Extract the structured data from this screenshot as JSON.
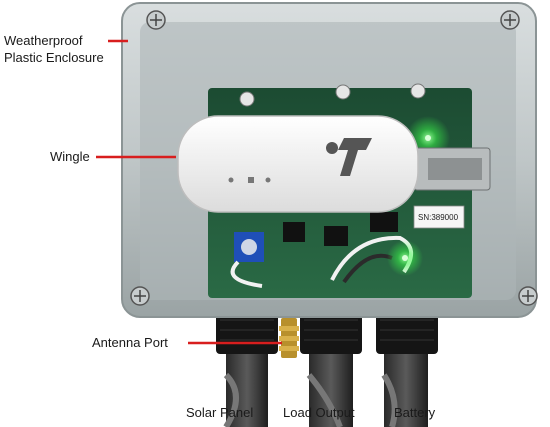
{
  "labels": {
    "enclosure_line1": "Weatherproof",
    "enclosure_line2": "Plastic Enclosure",
    "wingle": "Wingle",
    "antenna_port": "Antenna Port",
    "solar_panel": "Solar Panel",
    "load_output": "Load Output",
    "battery": "Battery"
  },
  "device": {
    "serial_number": "SN:389000"
  },
  "colors": {
    "callout_line": "#d81e1e",
    "pcb": "#1f5a3a",
    "enclosure": "#c9cfd0",
    "wingle_body": "#f4f4f4",
    "status_led": "#3cff4a"
  }
}
